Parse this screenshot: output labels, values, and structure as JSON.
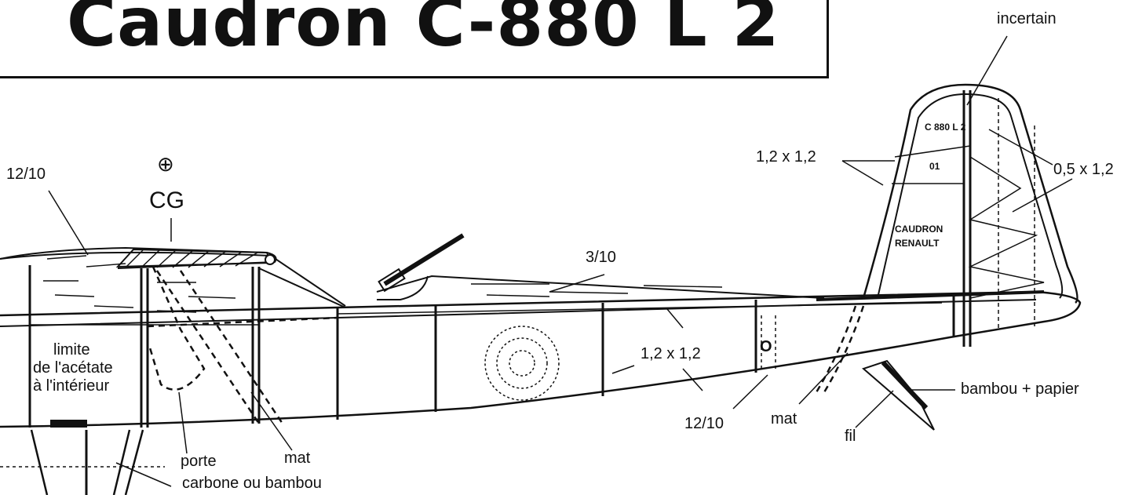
{
  "title": "Caudron C-880 L 2",
  "tail_markings": {
    "model": "C 880 L 2",
    "number": "01",
    "brand_line1": "CAUDRON",
    "brand_line2": "RENAULT"
  },
  "cg_label": "CG",
  "labels": {
    "incertain": "incertain",
    "tail_spar": "1,2 x 1,2",
    "tail_rib": "0,5 x 1,2",
    "wing_ply": "12/10",
    "fuselage_sheet": "3/10",
    "fuselage_longeron": "1,2 x 1,2",
    "acetate_line1": "limite",
    "acetate_line2": "de l'acétate",
    "acetate_line3": "à l'intérieur",
    "door": "porte",
    "strut_front": "mat",
    "strut_material": "carbone ou bambou",
    "ply_bottom": "12/10",
    "strut_rear": "mat",
    "wire": "fil",
    "tailskid": "bambou + papier"
  },
  "colors": {
    "ink": "#111111",
    "paper": "#ffffff"
  }
}
